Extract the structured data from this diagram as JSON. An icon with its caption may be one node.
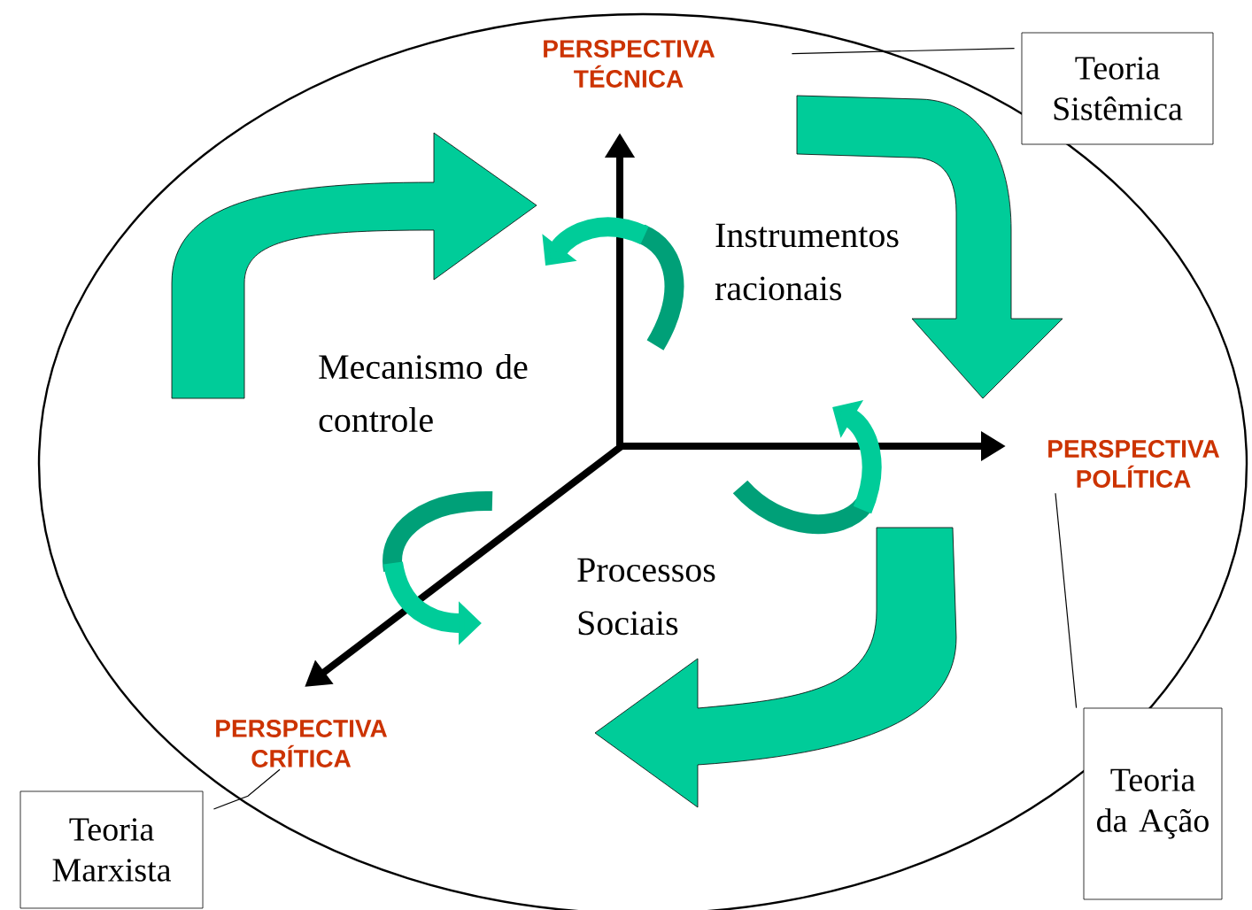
{
  "diagram": {
    "nodes": [
      {
        "text": [
          "Teoria Sistêmica"
        ]
      },
      {
        "text": [
          "PERSPECTIVA TÉCNICA"
        ]
      },
      {
        "text": [
          "PERSPECTIVA POLÍTICA"
        ]
      },
      {
        "text": [
          "Teoria da Ação"
        ]
      },
      {
        "text": [
          "PERSPECTIVA CRÍTICA"
        ]
      },
      {
        "text": [
          "Teoria Marxista"
        ]
      }
    ],
    "edges": [
      {
        "from": 0,
        "to": 1,
        "arrow": "none"
      },
      {
        "from": 2,
        "to": 3,
        "arrow": "none"
      },
      {
        "from": 4,
        "to": 5,
        "arrow": "none"
      }
    ],
    "labels": [
      "Instrumentos racionais",
      "Mecanismo de controle",
      "Processos Sociais"
    ]
  }
}
